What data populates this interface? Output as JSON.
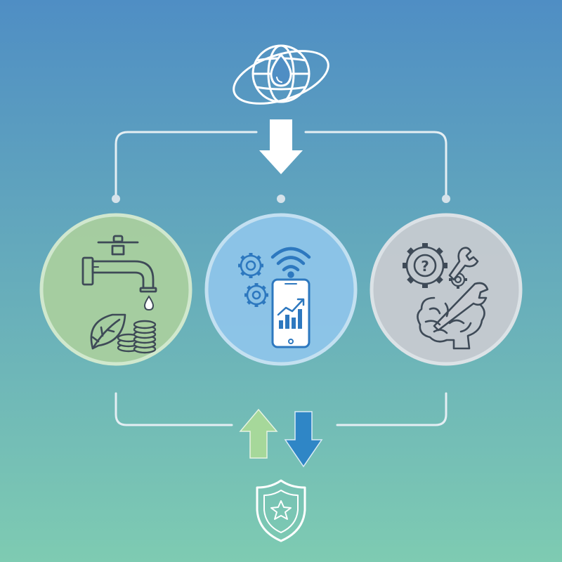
{
  "colors": {
    "background_top": "#4f8ec4",
    "background_bottom": "#7ecbb2",
    "connector": "#e4eef3",
    "node_water_fill": "#a9cf9f",
    "node_digital_fill": "#8ec5ea",
    "node_skills_fill": "#c7cbd1",
    "icon_outline": "#3e4a57",
    "icon_blue": "#2d78bf",
    "arrow_up": "#a6d89a",
    "arrow_down": "#2f86c6",
    "white": "#ffffff"
  },
  "nodes": [
    {
      "id": "water-economy",
      "icons": [
        "water-tap-icon",
        "water-drop-icon",
        "leaf-icon",
        "coin-stack-icon"
      ]
    },
    {
      "id": "digital-technology",
      "icons": [
        "gear-icon",
        "wifi-signal-icon",
        "smartphone-icon",
        "growth-chart-icon"
      ]
    },
    {
      "id": "skills-knowledge",
      "icons": [
        "question-gear-icon",
        "small-gear-icon",
        "wrench-icon",
        "brain-icon"
      ]
    }
  ],
  "top_icon": "globe-water-drop-icon",
  "bottom_icon": "shield-star-icon",
  "flow_arrows": [
    "arrow-up-icon",
    "arrow-down-icon"
  ],
  "main_arrow": "arrow-down-icon"
}
